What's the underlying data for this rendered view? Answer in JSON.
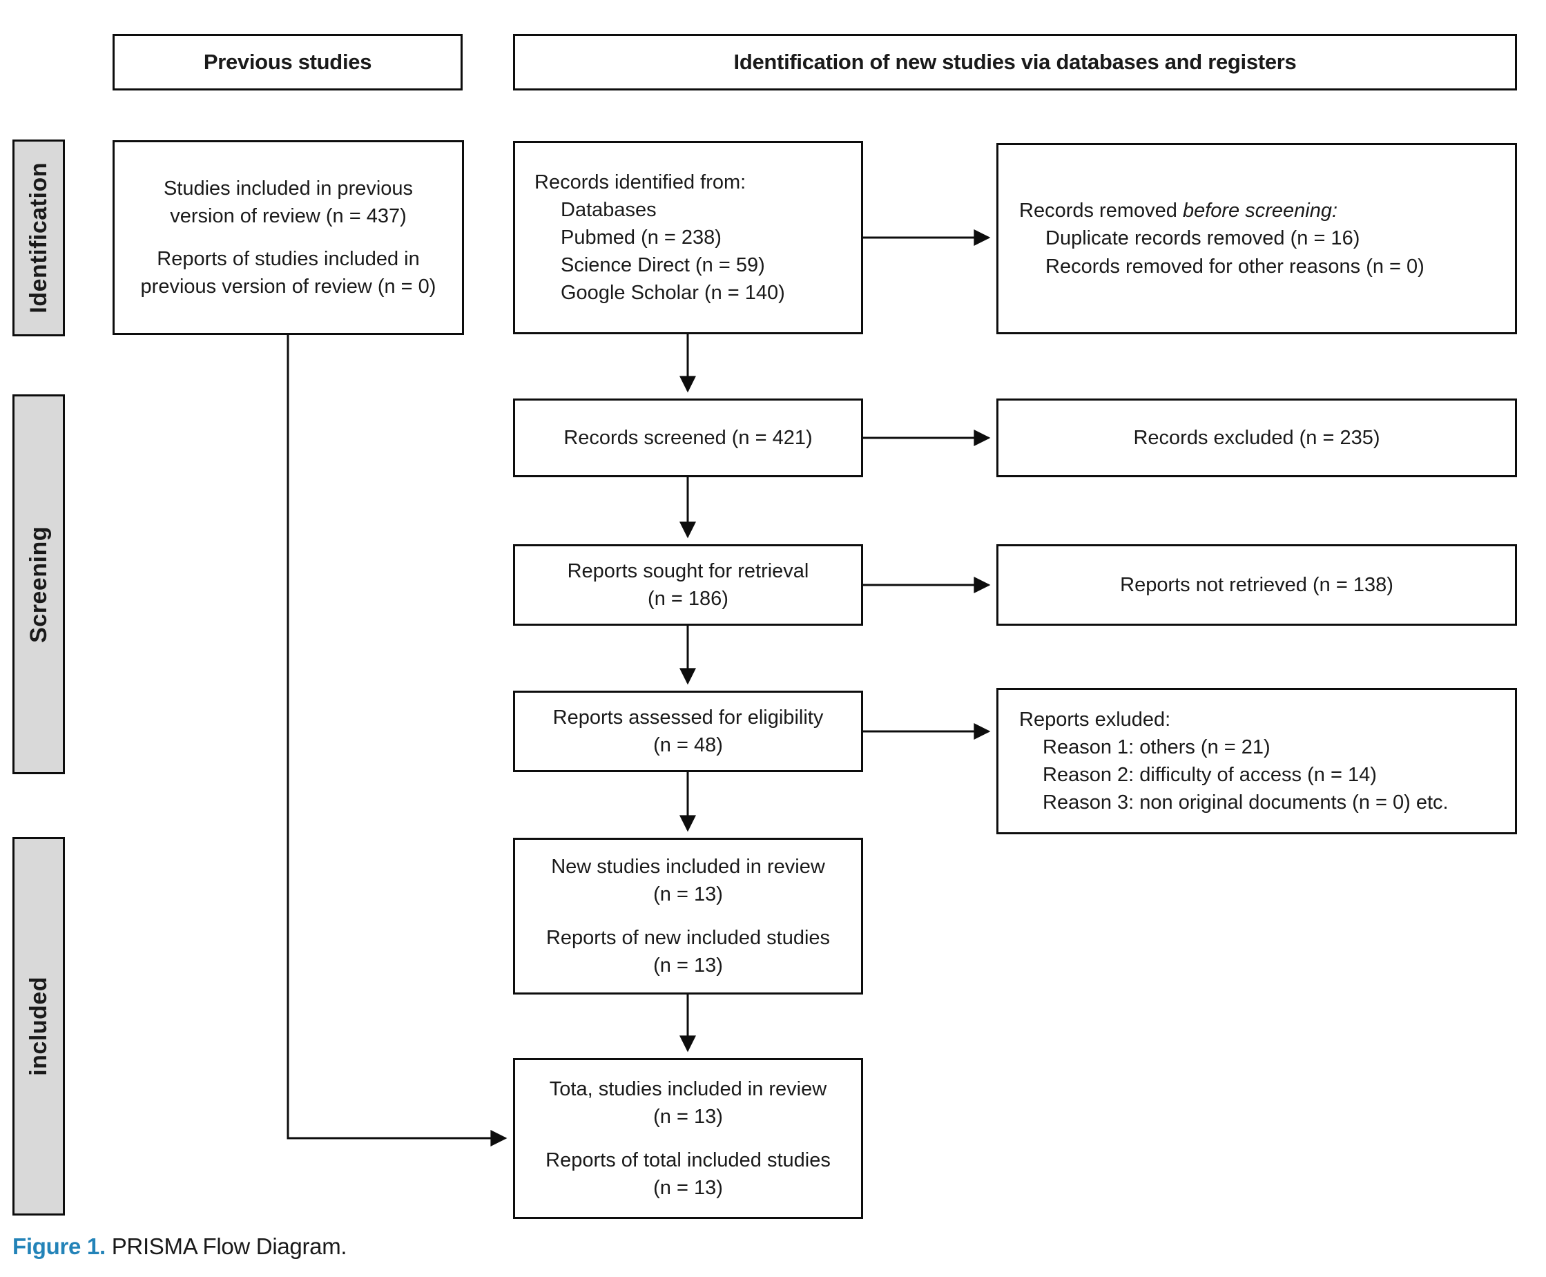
{
  "headers": {
    "previous": "Previous studies",
    "identification": "Identification of new studies via databases and registers"
  },
  "sidebar": {
    "identification": "Identification",
    "screening": "Screening",
    "included": "included"
  },
  "boxes": {
    "previous_studies": {
      "para1": "Studies included in previous version of review (n = 437)",
      "para2": "Reports of studies included in previous version of review (n = 0)"
    },
    "records_identified": {
      "title": "Records identified from:",
      "items": [
        "Databases",
        "Pubmed (n = 238)",
        "Science Direct (n = 59)",
        "Google Scholar (n = 140)"
      ]
    },
    "records_removed": {
      "prefix": "Records removed ",
      "italic": "before screening:",
      "items": [
        "Duplicate records removed (n = 16)",
        "Records removed for other reasons (n = 0)"
      ]
    },
    "records_screened": {
      "text": "Records screened (n = 421)"
    },
    "records_excluded": {
      "text": "Records excluded (n = 235)"
    },
    "reports_sought": {
      "line1": "Reports sought for retrieval",
      "line2": "(n = 186)"
    },
    "reports_not_retrieved": {
      "text": "Reports not retrieved (n = 138)"
    },
    "reports_assessed": {
      "line1": "Reports assessed for eligibility",
      "line2": "(n = 48)"
    },
    "reports_excluded": {
      "title": "Reports exluded:",
      "items": [
        "Reason 1: others (n = 21)",
        "Reason 2: difficulty of access (n = 14)",
        "Reason 3: non original documents (n = 0) etc."
      ]
    },
    "new_studies": {
      "para1_line1": "New studies included in review",
      "para1_line2": "(n = 13)",
      "para2_line1": "Reports of new included studies",
      "para2_line2": "(n = 13)"
    },
    "total_studies": {
      "para1_line1": "Tota, studies included in review",
      "para1_line2": "(n = 13)",
      "para2_line1": "Reports of total included studies",
      "para2_line2": "(n = 13)"
    }
  },
  "caption": {
    "label": "Figure 1.",
    "text": " PRISMA Flow Diagram."
  },
  "colors": {
    "caption_accent": "#2383b8",
    "sidebar_fill": "#d9d9d9",
    "border": "#0d0d0d",
    "text": "#1a1a1a",
    "background": "#ffffff"
  }
}
